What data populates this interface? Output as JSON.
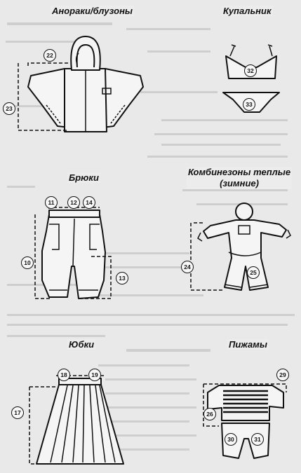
{
  "sections": {
    "anoraks": "Анораки/блузоны",
    "swimsuit": "Купальник",
    "trousers": "Брюки",
    "overalls": "Комбинезоны теплые\n(зимние)",
    "skirts": "Юбки",
    "pajamas": "Пижамы"
  },
  "markers": {
    "m10": "10",
    "m11": "11",
    "m12": "12",
    "m13": "13",
    "m14": "14",
    "m17": "17",
    "m18": "18",
    "m19": "19",
    "m22": "22",
    "m23": "23",
    "m24": "24",
    "m25": "25",
    "m26": "26",
    "m29": "29",
    "m30": "30",
    "m31": "31",
    "m32": "32",
    "m33": "33"
  },
  "colors": {
    "ink": "#111111",
    "paper": "#e9e9e9",
    "bleed": "#b9b9b9"
  },
  "icons": [
    "anorak-drawing",
    "swimsuit-drawing",
    "trousers-drawing",
    "overalls-drawing",
    "skirt-drawing",
    "pajamas-drawing"
  ]
}
